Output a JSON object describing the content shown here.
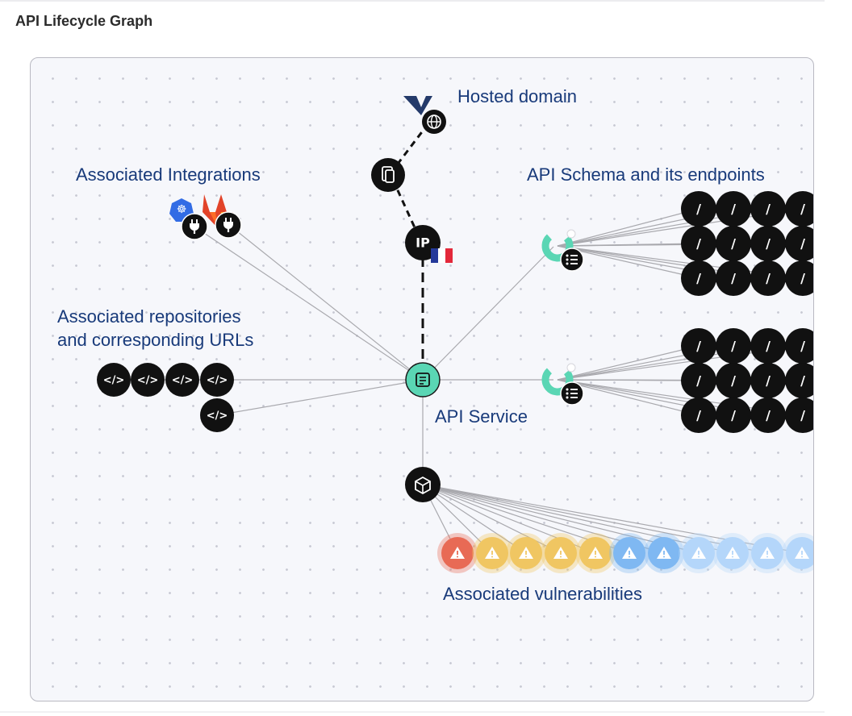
{
  "page": {
    "title": "API Lifecycle Graph"
  },
  "labels": {
    "hosted_domain": "Hosted domain",
    "integrations": "Associated Integrations",
    "schema": "API Schema and its endpoints",
    "repos_line1": "Associated repositories",
    "repos_line2": "and corresponding URLs",
    "api_service": "API Service",
    "vulnerabilities": "Associated vulnerabilities"
  },
  "nodes": {
    "ip": {
      "text": "IP",
      "flag": "france-flag-icon"
    },
    "api_service": {
      "icon": "document-icon",
      "color": "#5ad6b4"
    },
    "certificate": {
      "icon": "certificate-icon"
    },
    "domain": {
      "icon": "globe-icon",
      "logo": "vercel-logo-icon"
    },
    "package": {
      "icon": "package-icon"
    },
    "integrations": [
      "kubernetes-icon",
      "gitlab-icon"
    ],
    "repositories": [
      "code-icon",
      "code-icon",
      "code-icon",
      "code-icon",
      "code-icon"
    ],
    "endpoint_glyph": "/",
    "schemas": [
      {
        "icon": "schema-icon",
        "endpoint_rows": 3,
        "endpoint_cols": 4
      },
      {
        "icon": "schema-icon",
        "endpoint_rows": 3,
        "endpoint_cols": 4
      }
    ],
    "vulnerabilities": [
      {
        "severity": "critical",
        "color": "#e86a55"
      },
      {
        "severity": "medium",
        "color": "#f0c662"
      },
      {
        "severity": "medium",
        "color": "#f0c662"
      },
      {
        "severity": "medium",
        "color": "#f0c662"
      },
      {
        "severity": "medium",
        "color": "#f0c662"
      },
      {
        "severity": "low",
        "color": "#7fb8f2"
      },
      {
        "severity": "low",
        "color": "#7fb8f2"
      },
      {
        "severity": "info",
        "color": "#b4d6fa"
      },
      {
        "severity": "info",
        "color": "#b4d6fa"
      },
      {
        "severity": "info",
        "color": "#b4d6fa"
      },
      {
        "severity": "info",
        "color": "#b4d6fa"
      }
    ]
  },
  "colors": {
    "label": "#183a7a",
    "node": "#111111",
    "edge": "#a9a9ae",
    "accent": "#5ad6b4"
  }
}
